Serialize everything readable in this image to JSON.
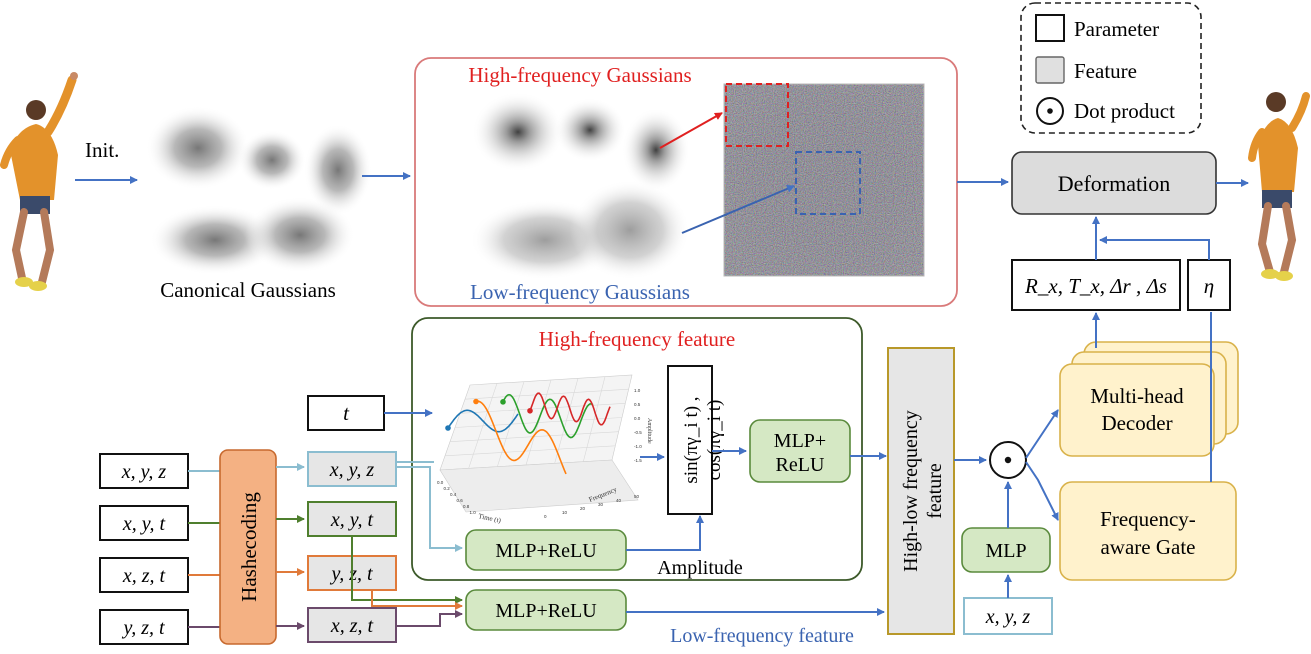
{
  "legend": {
    "parameter": "Parameter",
    "feature": "Feature",
    "dot_product": "Dot product"
  },
  "left": {
    "init_label": "Init.",
    "canonical_label": "Canonical Gaussians"
  },
  "gauss_panel": {
    "high_title": "High-frequency Gaussians",
    "low_title": "Low-frequency Gaussians"
  },
  "deformation": {
    "label": "Deformation"
  },
  "outputs": {
    "params": "R_x, T_x, Δr , Δs",
    "eta": "η"
  },
  "feature_panel": {
    "title": "High-frequency feature",
    "amplitude": "Amplitude",
    "sin_text": "sin(πγ_i t) ,",
    "cos_text": "cos(πγ_i t)"
  },
  "inputs": {
    "t": "t",
    "xyz": "x, y, z",
    "xyt": "x, y, t",
    "xzt": "x, z, t",
    "yzt": "y, z, t"
  },
  "hash": {
    "label": "Hashecoding",
    "xyz": "x, y, z",
    "xyt": "x, y, t",
    "yzt": "y, z, t",
    "xzt": "x, z, t"
  },
  "mlp": {
    "mlp_relu_top": "MLP+",
    "mlp_relu_bottom": "ReLU",
    "amp_mlp": "MLP+ReLU",
    "low_mlp": "MLP+ReLU",
    "mlp": "MLP",
    "mlp_input": "x, y, z"
  },
  "hl_feature": {
    "line1": "High-low frequency",
    "line2": "feature"
  },
  "low_feature_label": "Low-frequency feature",
  "decoder": {
    "line1": "Multi-head",
    "line2": "Decoder"
  },
  "gate": {
    "line1": "Frequency-",
    "line2": "aware Gate"
  },
  "colors": {
    "arrow_blue": "#4472c4",
    "red": "#e02020",
    "green_fill": "#d5e8c4",
    "green_stroke": "#5a8a3c",
    "orange_fill": "#f4b183",
    "yellow_fill": "#fff2cc",
    "gray_fill": "#e6e6e6"
  },
  "chart_data": {
    "type": "line",
    "xlabel": "Time (t)",
    "ylabel": "Frequency",
    "zlabel": "Amplitude",
    "x_ticks": [
      "0.0",
      "0.2",
      "0.4",
      "0.6",
      "0.8",
      "1.0"
    ],
    "y_ticks": [
      "0",
      "10",
      "20",
      "30",
      "40",
      "50"
    ],
    "z_ticks": [
      "1.0",
      "0.5",
      "0.0",
      "-0.5",
      "-1.0",
      "-1.5"
    ],
    "series": [
      {
        "color": "#1f77b4"
      },
      {
        "color": "#ff7f0e"
      },
      {
        "color": "#2ca02c"
      },
      {
        "color": "#d62728"
      }
    ]
  }
}
